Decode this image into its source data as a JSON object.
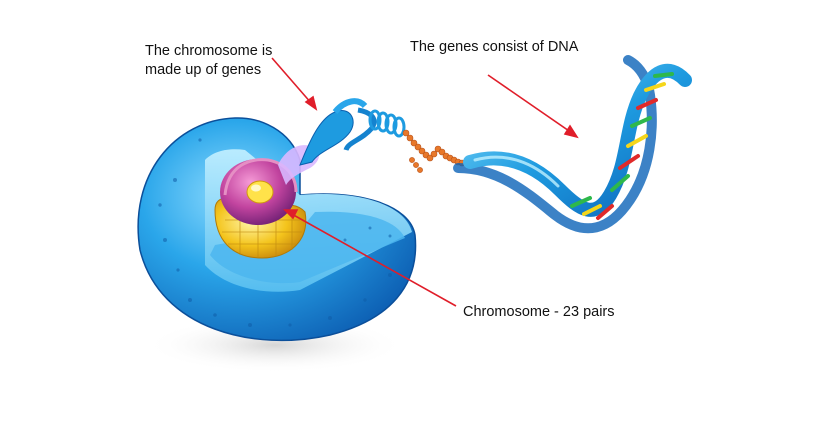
{
  "labels": {
    "chromosome_genes_line1": "The chromosome is",
    "chromosome_genes_line2": "made up of genes",
    "genes_dna": "The genes consist of DNA",
    "chromosome_pairs": "Chromosome - 23 pairs"
  },
  "colors": {
    "arrow": "#e01e2a",
    "cell_body": "#2a9ee0",
    "nucleus_shell": "#f2c21d",
    "nucleus_inner": "#9b3f8f",
    "dna_ribbon": "#1b8fd6",
    "gene_beads": "#e8782a"
  }
}
